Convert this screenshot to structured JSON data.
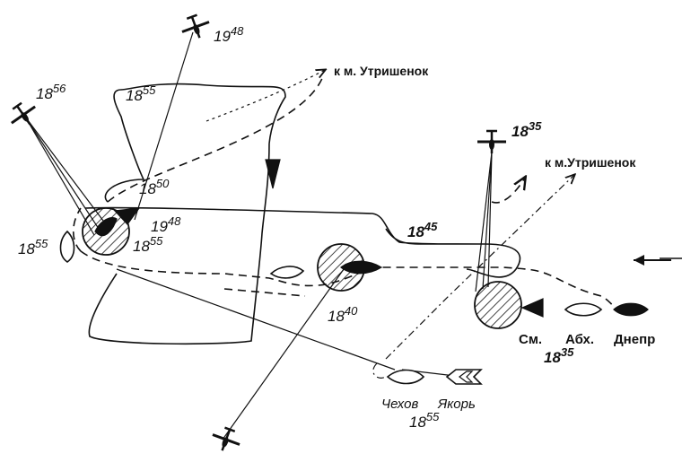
{
  "destinations": {
    "upper": "к м. Утришенок",
    "lower": "к м.Утришенок"
  },
  "ships": {
    "chekhov": "Чехов",
    "yakor": "Якорь",
    "sm": "См.",
    "abkh": "Абх.",
    "dnepr": "Днепр"
  },
  "times": {
    "t1948_top": {
      "h": "19",
      "m": "48"
    },
    "t1856": {
      "h": "18",
      "m": "56"
    },
    "t1855_loop": {
      "h": "18",
      "m": "55"
    },
    "t1850": {
      "h": "18",
      "m": "50"
    },
    "t1948_mid": {
      "h": "19",
      "m": "48"
    },
    "t1855_left": {
      "h": "18",
      "m": "55"
    },
    "t1855_mid": {
      "h": "18",
      "m": "55"
    },
    "t1845": {
      "h": "18",
      "m": "45"
    },
    "t1835_plane": {
      "h": "18",
      "m": "35"
    },
    "t1840": {
      "h": "18",
      "m": "40"
    },
    "t1835_ships": {
      "h": "18",
      "m": "35"
    },
    "t1855_bottom": {
      "h": "18",
      "m": "55"
    }
  },
  "icons": [
    "aircraft-icon",
    "explosion-circle-icon",
    "ship-outline-icon",
    "ship-solid-icon",
    "course-arrow-icon"
  ]
}
